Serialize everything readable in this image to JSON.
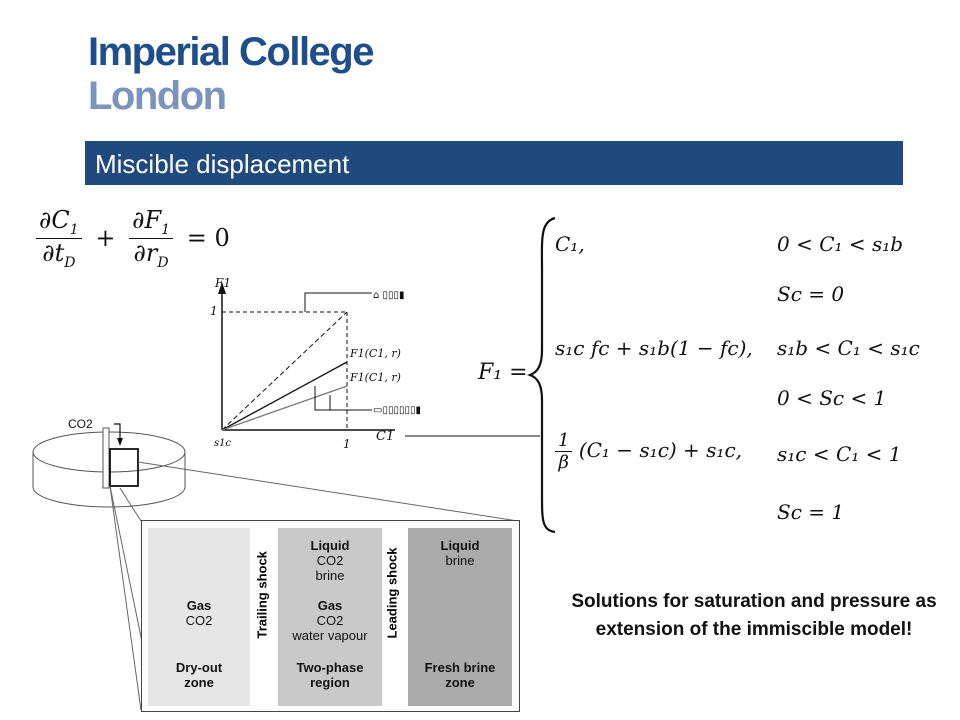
{
  "logo": {
    "line1": "Imperial College",
    "line2": "London"
  },
  "slide_title": "Miscible displacement",
  "equation_pde": {
    "dC": "∂C",
    "dF": "∂F",
    "sub1": "1",
    "dt": "∂t",
    "dr": "∂r",
    "subD": "D",
    "plus": "+",
    "eq": "= 0"
  },
  "piecewise": {
    "lhs": "F₁ =",
    "rows": [
      {
        "expr": "C₁,",
        "cond": "0 < C₁ < s₁b"
      },
      {
        "expr": "",
        "cond": "S𝑐 = 0"
      },
      {
        "expr": "s₁c f𝑐 + s₁b(1 − f𝑐),",
        "cond": "s₁b < C₁ < s₁c"
      },
      {
        "expr": "",
        "cond": "0 < S𝑐 < 1"
      },
      {
        "expr": "(C₁ − s₁c) + s₁c,",
        "cond": "s₁c < C₁ < 1"
      },
      {
        "expr": "",
        "cond": "S𝑐 = 1"
      }
    ],
    "frac_num": "1",
    "frac_den": "β"
  },
  "graph": {
    "y_label": "F1",
    "x_label": "C1",
    "y_tick": "1",
    "x_tick": "1",
    "origin_label": "s1c",
    "mid_labels": [
      "F1(C1, r)",
      "F1(C1, r)"
    ]
  },
  "cylinder": {
    "label": "CO2"
  },
  "zones": {
    "dry": {
      "title": "Gas",
      "sub": "CO2",
      "name1": "Dry-out",
      "name2": "zone"
    },
    "two": {
      "top_title": "Liquid",
      "top_sub1": "CO2",
      "top_sub2": "brine",
      "title": "Gas",
      "sub1": "CO2",
      "sub2": "water vapour",
      "name1": "Two-phase",
      "name2": "region"
    },
    "fresh": {
      "top_title": "Liquid",
      "top_sub": "brine",
      "name1": "Fresh brine",
      "name2": "zone"
    },
    "trailing": "Trailing shock",
    "leading": "Leading shock",
    "colors": {
      "dry": "#e6e6e6",
      "two": "#c9c9c9",
      "fresh": "#ababab"
    }
  },
  "note": "Solutions for saturation and pressure as extension of the immiscible model!"
}
